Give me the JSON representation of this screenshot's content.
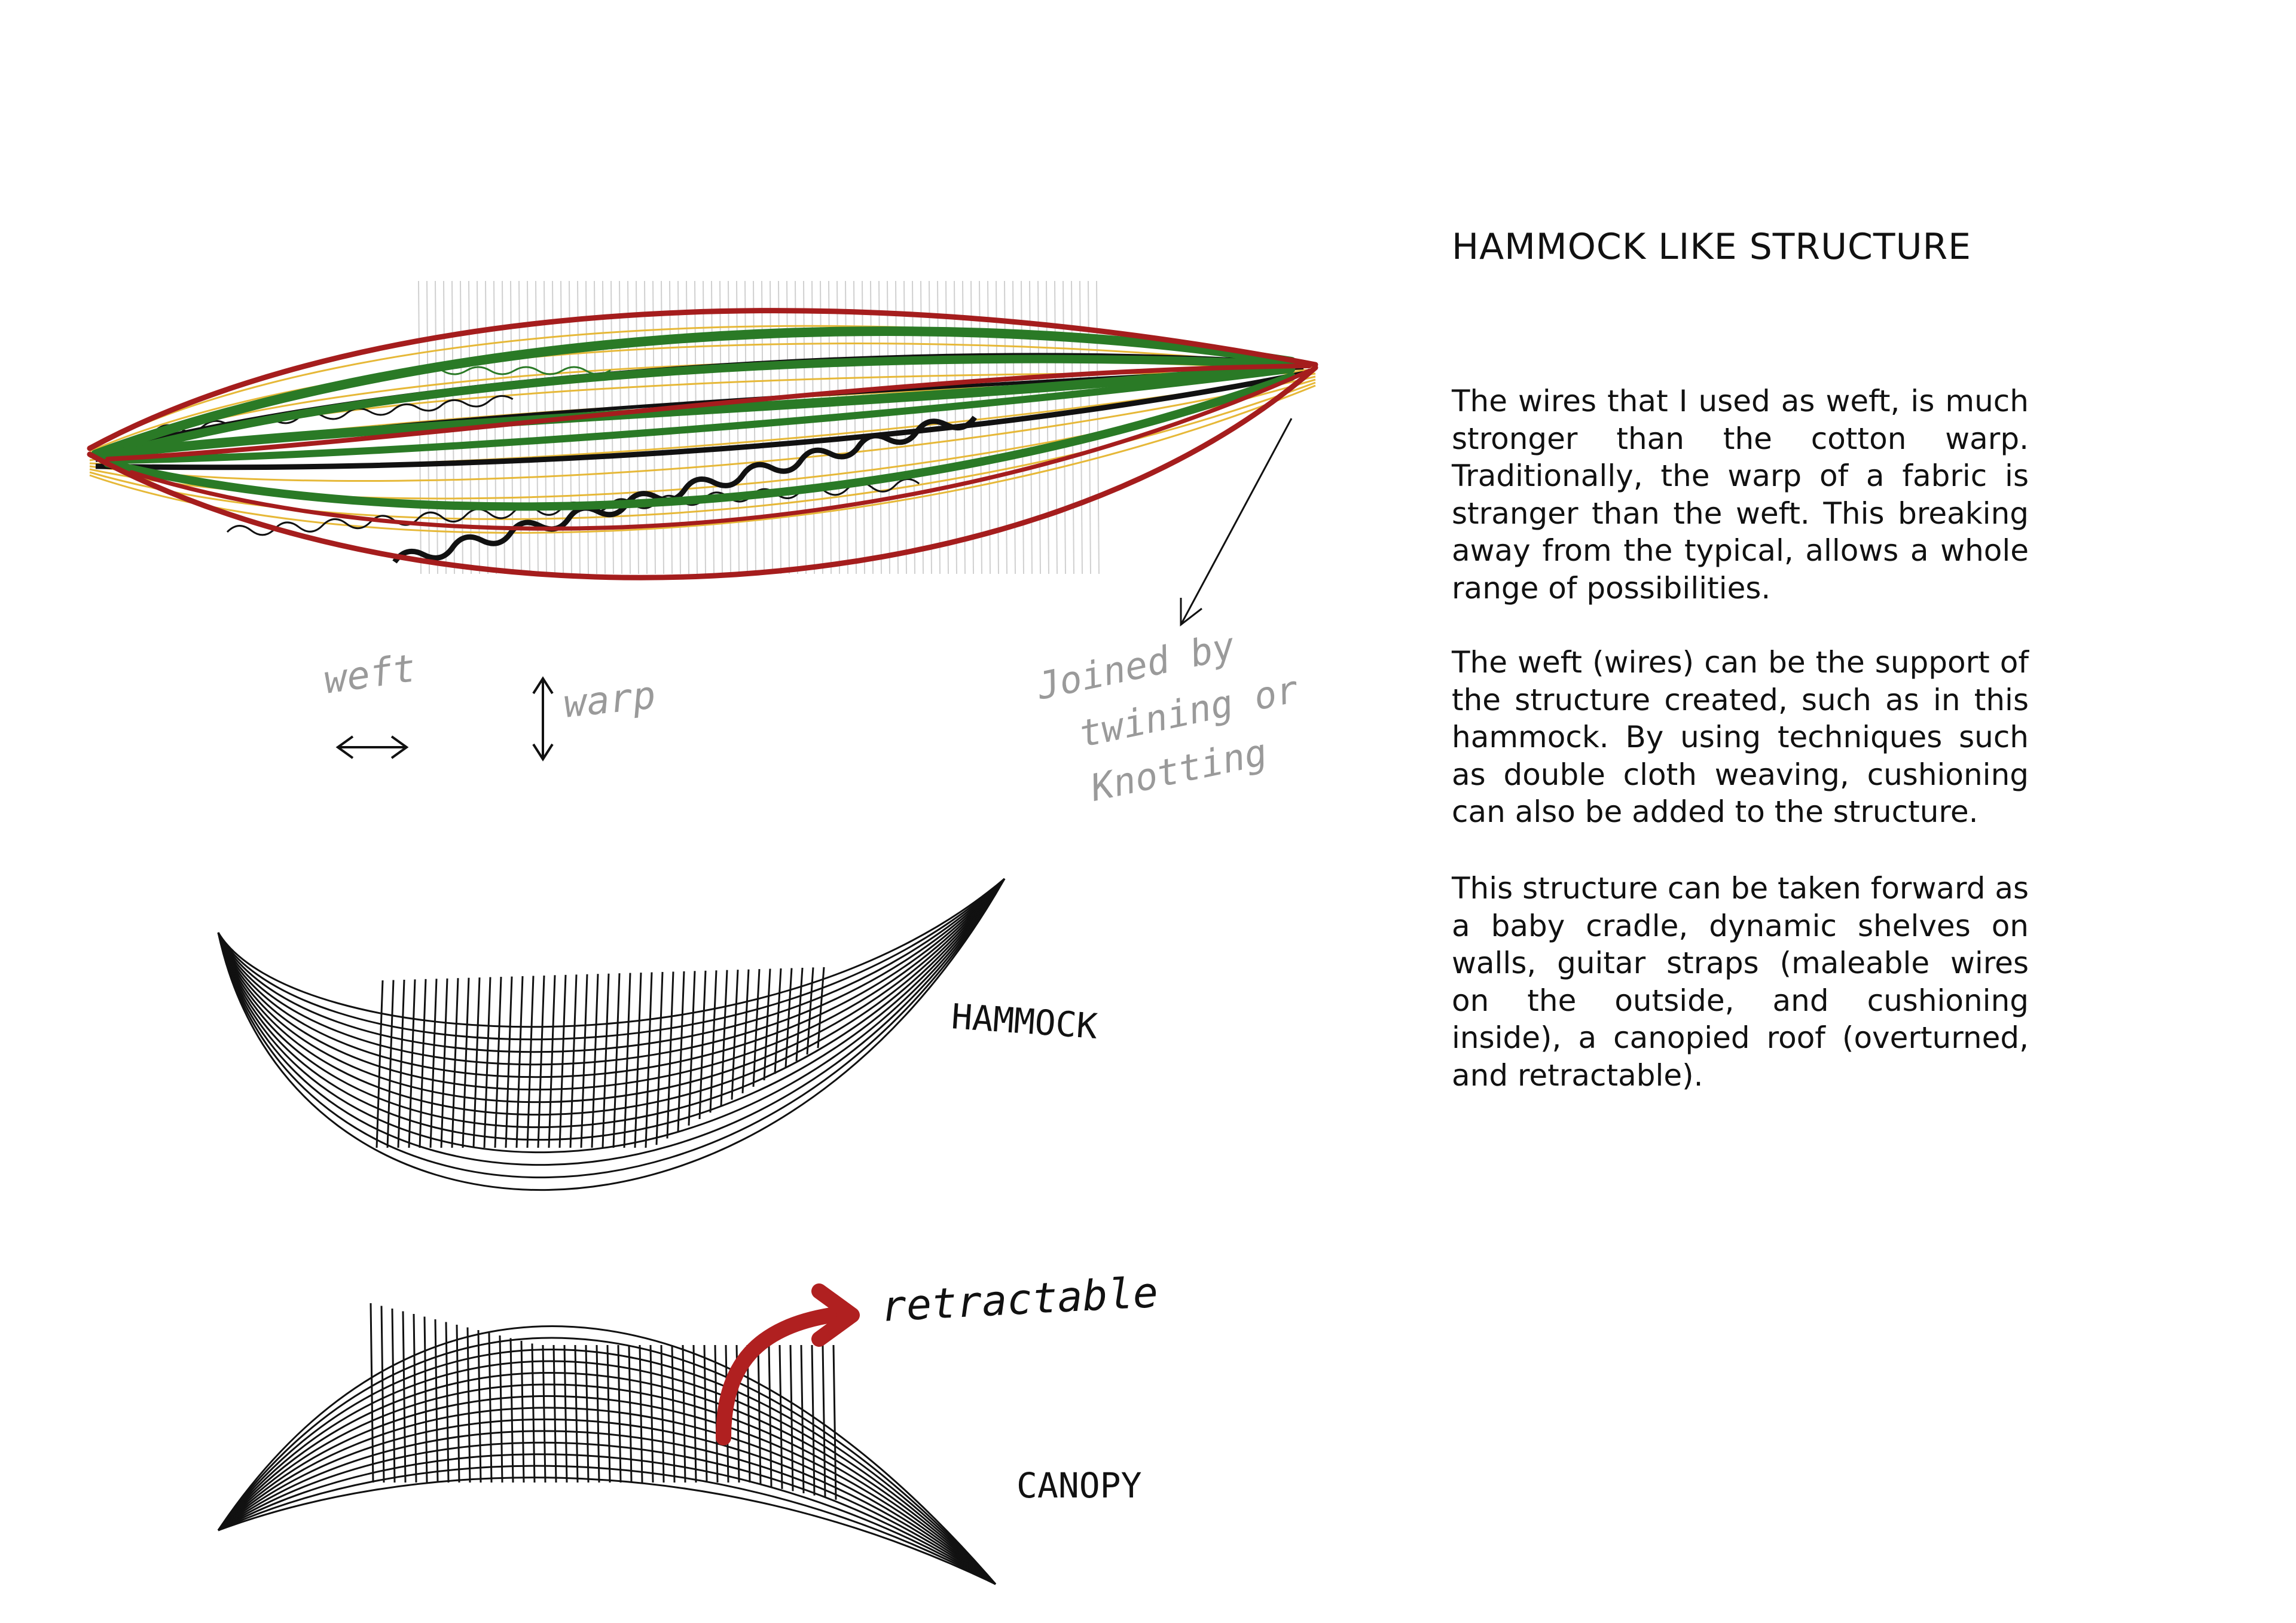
{
  "title": "HAMMOCK LIKE STRUCTURE",
  "paragraphs": [
    "The wires that I used as weft, is much stronger than the cotton warp. Traditionally, the warp of a fabric is stranger than the weft. This breaking away from the typical, allows a whole range of possibilities.",
    "The weft (wires) can be the support of the structure created, such as in this hammock. By using techniques such as double cloth weaving, cushioning can also be added to the structure.",
    "This structure can be taken forward as a baby cradle, dynamic shelves on walls, guitar straps (maleable wires on the outside, and cushioning inside), a canopied roof (overturned, and retractable)."
  ],
  "annotations": {
    "weft": "weft",
    "warp": "warp",
    "joined": [
      "Joined by",
      "twining or",
      "Knotting"
    ],
    "hammock": "HAMMOCK",
    "canopy": "CANOPY",
    "retractable": "retractable"
  },
  "colors": {
    "red_wire": "#a51d1d",
    "green_wire": "#2a7a26",
    "yellow_thread": "#e6b838",
    "black_wire": "#111111",
    "annotation_gray": "#9a9a9a",
    "arrow_red": "#b02020"
  },
  "icons": [
    "double-arrow-horizontal-icon",
    "double-arrow-vertical-icon",
    "pointer-arrow-icon",
    "curved-arrow-icon"
  ]
}
